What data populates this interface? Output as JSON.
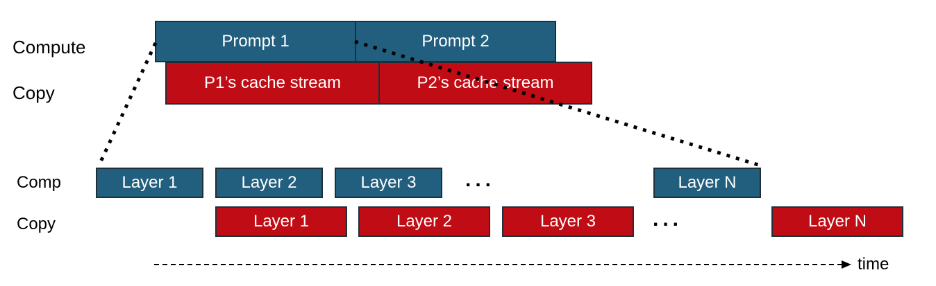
{
  "rows": {
    "compute_label": "Compute",
    "copy_label": "Copy",
    "comp_label": "Comp",
    "copy_label_2": "Copy"
  },
  "prompts": [
    {
      "label": "Prompt 1"
    },
    {
      "label": "Prompt 2"
    }
  ],
  "cache_streams": [
    {
      "label": "P1’s cache stream"
    },
    {
      "label": "P2’s cache stream"
    }
  ],
  "layers_compute": [
    "Layer 1",
    "Layer 2",
    "Layer 3",
    "Layer N"
  ],
  "layers_copy": [
    "Layer 1",
    "Layer 2",
    "Layer 3",
    "Layer N"
  ],
  "ellipsis": "...",
  "time_label": "time",
  "colors": {
    "compute": "#225e7e",
    "copy": "#c00c14"
  }
}
